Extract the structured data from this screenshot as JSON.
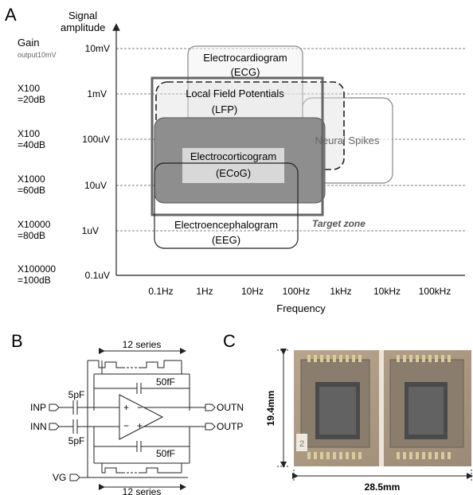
{
  "panelA": {
    "letter": "A",
    "y_axis_title_1": "Signal",
    "y_axis_title_2": "amplitude",
    "gain_header": "Gain",
    "gain_sub": "output10mV",
    "amp_ticks": [
      "10mV",
      "1mV",
      "100uV",
      "10uV",
      "1uV",
      "0.1uV"
    ],
    "gains": [
      {
        "line1": "X100",
        "line2": "=20dB"
      },
      {
        "line1": "X100",
        "line2": "=40dB"
      },
      {
        "line1": "X1000",
        "line2": "=60dB"
      },
      {
        "line1": "X10000",
        "line2": "=80dB"
      },
      {
        "line1": "X100000",
        "line2": "=100dB"
      }
    ],
    "freq_ticks": [
      "0.1Hz",
      "1Hz",
      "10Hz",
      "100Hz",
      "1kHz",
      "10kHz",
      "100kHz"
    ],
    "x_axis_title": "Frequency",
    "regions": {
      "ecg": {
        "line1": "Electrocardiogram",
        "line2": "(ECG)"
      },
      "lfp": {
        "line1": "Local Field Potentials",
        "line2": "(LFP)"
      },
      "spikes": {
        "line1": "Neural Spikes"
      },
      "ecog": {
        "line1": "Electrocorticogram",
        "line2": "(ECoG)"
      },
      "eeg": {
        "line1": "Electroencephalogram",
        "line2": "(EEG)"
      }
    },
    "target_zone": "Target zone"
  },
  "panelB": {
    "letter": "B",
    "series_top": "12 series",
    "series_bottom": "12 series",
    "cap_in_top": "5pF",
    "cap_in_bottom": "5pF",
    "cap_fb_top": "50fF",
    "cap_fb_bottom": "50fF",
    "inp": "INP",
    "inn": "INN",
    "vg": "VG",
    "outn": "OUTN",
    "outp": "OUTP",
    "plus": "+",
    "minus": "−"
  },
  "panelC": {
    "letter": "C",
    "height_dim": "19.4mm",
    "width_dim": "28.5mm",
    "chip_mark": "2"
  }
}
